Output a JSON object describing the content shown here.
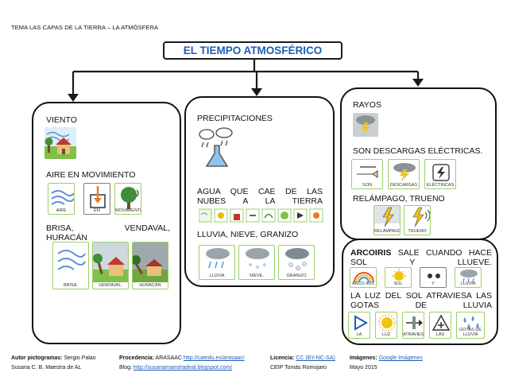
{
  "header": "TEMA  LAS CAPAS DE LA TIERRA – LA ATMÓSFERA",
  "title": "EL TIEMPO ATMOSFÉRICO",
  "viento": {
    "title": "VIENTO",
    "line1": "AIRE EN MOVIMIENTO",
    "pict1": [
      "AIRE",
      "EN",
      "MOVIMIENTO"
    ],
    "line2a": "BRISA,",
    "line2b": "VENDAVAL,",
    "line2c": "HURACÁN",
    "pict2": [
      "BRISA.",
      "VENDAVAL.",
      "HURACÁN"
    ]
  },
  "precipitaciones": {
    "title": "PRECIPITACIONES",
    "line1": "AGUA  QUE  CAE  DE  LAS NUBES A LA TIERRA",
    "line2": "LLUVIA, NIEVE, GRANIZO",
    "pict2": [
      "LLUVIA",
      "NIEVE.",
      "GRANIZO"
    ]
  },
  "rayos": {
    "title": "RAYOS",
    "line1": "SON DESCARGAS ELÉCTRICAS.",
    "pict1": [
      "SON",
      "DESCARGAS",
      "ELÉCTRICAS"
    ],
    "line2": "RELÁMPAGO, TRUENO",
    "pict2": [
      "RELÁMPAGO",
      "TRUENO"
    ]
  },
  "arcoiris": {
    "bold": "ARCOIRIS",
    "line1": " SALE CUANDO HACE SOL Y LLUEVE.",
    "pict1": [
      "ARCO IRIS",
      "SOL",
      "Y",
      "LLUVIA"
    ],
    "line2": "LA  LUZ  DEL  SOL  ATRAVIESA LAS GOTAS DE LLUVIA",
    "pict2": [
      "LA",
      "LUZ",
      "ATRAVIESA",
      "LAS",
      "GOTAS DE LLUVIA"
    ]
  },
  "footer": {
    "autor_label": "Autor pictogramas:",
    "autor_value": "Sergio Palao",
    "autor2": "Susana C. B. Maestra de AL",
    "proc_label": "Procedencia:",
    "proc_value": "ARASAAC",
    "proc_link": "http://catedu.es/arasaac/",
    "blog_label": "Blog:",
    "blog_link": "http://susanamaestradeal.blogspot.com/",
    "lic_label": "Licencia:",
    "lic_value": "CC (BY-NC-SA)",
    "lic2": "CEIP Tomás  Romojaro",
    "img_label": "Imágenes:",
    "img_value": "Google Imágenes",
    "img2": "Mayo    2015"
  },
  "colors": {
    "title_blue": "#1f5cb8",
    "tile_green": "#9ad06a",
    "arrow": "#1a1a1a"
  }
}
